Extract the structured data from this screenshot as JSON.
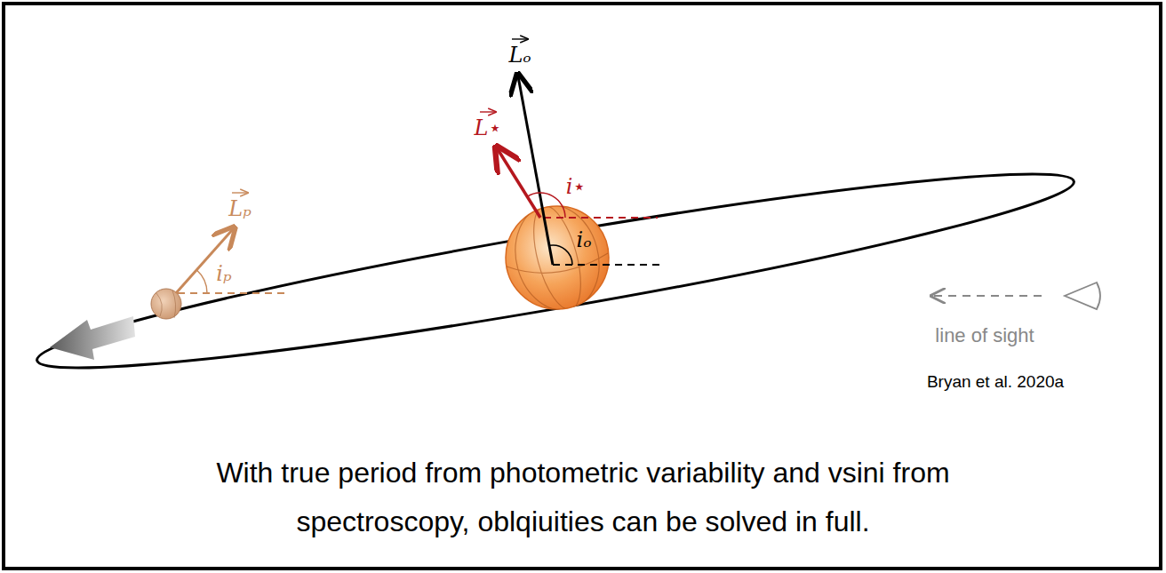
{
  "diagram": {
    "caption": "With true period from photometric variability and vsini from spectroscopy, oblqiuities can be solved in full.",
    "labels": [
      "Lₒ",
      "L⋆",
      "i⋆",
      "iₒ",
      "Lₚ",
      "iₚ",
      "line of sight",
      "Bryan et al. 2020a"
    ]
  }
}
